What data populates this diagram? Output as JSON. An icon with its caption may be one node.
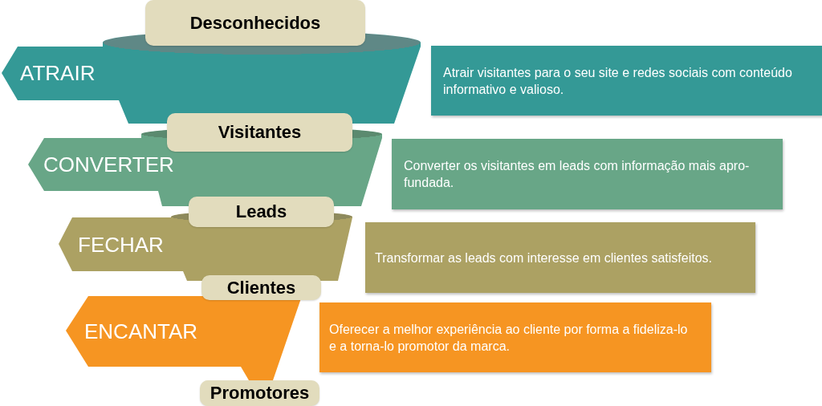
{
  "diagram": {
    "nodes": [
      {
        "text": [
          "Desconhecidos"
        ]
      },
      {
        "text": [
          "ATRAIR"
        ]
      },
      {
        "text": [
          "Atrair visitantes para o seu site e redes sociais com conteúdo informativo e valioso."
        ]
      },
      {
        "text": [
          "Visitantes"
        ]
      },
      {
        "text": [
          "CONVERTER"
        ]
      },
      {
        "text": [
          "Converter os visitantes em leads com informação mais apro- fundada."
        ]
      },
      {
        "text": [
          "Leads"
        ]
      },
      {
        "text": [
          "FECHAR"
        ]
      },
      {
        "text": [
          "Transformar as leads com interesse em clientes satisfeitos."
        ]
      },
      {
        "text": [
          "Clientes"
        ]
      },
      {
        "text": [
          "ENCANTAR"
        ]
      },
      {
        "text": [
          "Oferecer a melhor experiência ao cliente por forma a fideliza-lo e a torna-lo promotor da marca."
        ]
      },
      {
        "text": [
          "Promotores"
        ]
      }
    ]
  }
}
